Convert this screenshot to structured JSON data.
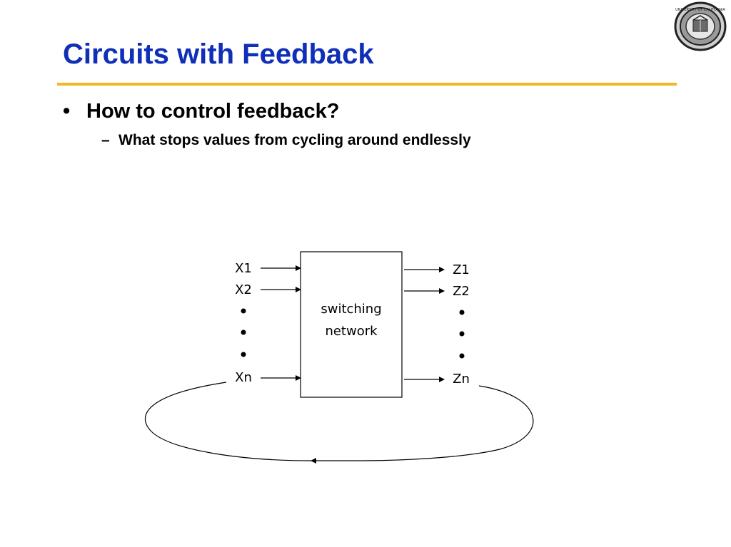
{
  "slide": {
    "title": "Circuits with Feedback",
    "accent_color": "#f2b823",
    "title_color": "#0f2fb8",
    "bullets": [
      {
        "marker": "•",
        "text": "How to control feedback?",
        "sub": [
          {
            "marker": "–",
            "text": "What stops values from cycling around endlessly"
          }
        ]
      }
    ],
    "logo": {
      "icon": "university-seal-icon",
      "text": "UNIVERSITY OF CALIFORNIA"
    }
  },
  "diagram": {
    "box_label_line1": "switching",
    "box_label_line2": "network",
    "inputs": [
      "X1",
      "X2",
      "Xn"
    ],
    "outputs": [
      "Z1",
      "Z2",
      "Zn"
    ]
  }
}
